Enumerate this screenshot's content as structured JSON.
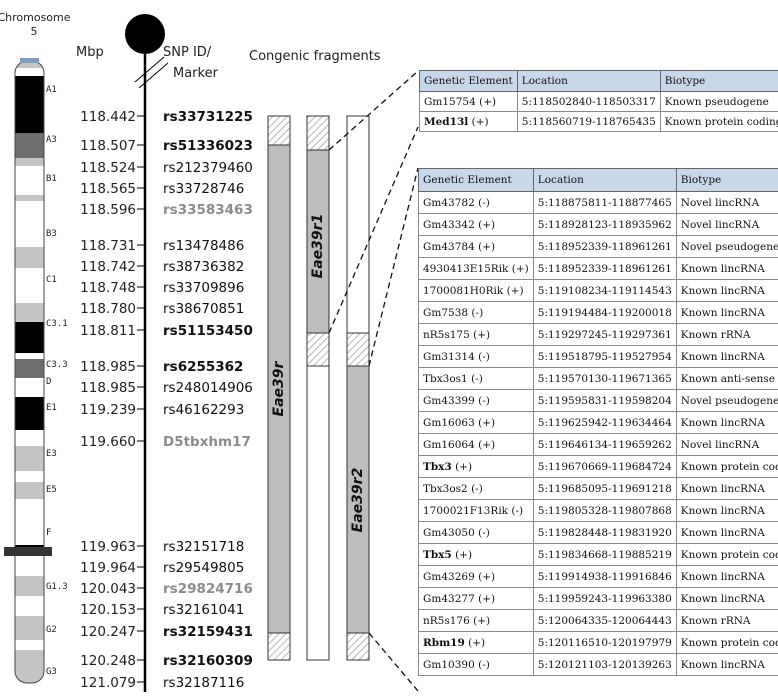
{
  "ideogram": {
    "title_line1": "Chromosome",
    "title_line2": "5",
    "bands": [
      "A1",
      "A3",
      "B1",
      "B3",
      "C1",
      "C3.1",
      "C3.3",
      "D",
      "E1",
      "E3",
      "E5",
      "F",
      "G1.3",
      "G2",
      "G3"
    ]
  },
  "map": {
    "mbp_header": "Mbp",
    "snp_header_line1": "SNP ID/",
    "snp_header_line2": "Marker",
    "markers": [
      {
        "mbp": "118.442",
        "id": "rs33731225",
        "style": "bold"
      },
      {
        "mbp": "118.507",
        "id": "rs51336023",
        "style": "bold"
      },
      {
        "mbp": "118.524",
        "id": "rs212379460",
        "style": "normal"
      },
      {
        "mbp": "118.565",
        "id": "rs33728746",
        "style": "normal"
      },
      {
        "mbp": "118.596",
        "id": "rs33583463",
        "style": "grey"
      },
      {
        "mbp": "118.731",
        "id": "rs13478486",
        "style": "normal"
      },
      {
        "mbp": "118.742",
        "id": "rs38736382",
        "style": "normal"
      },
      {
        "mbp": "118.748",
        "id": "rs33709896",
        "style": "normal"
      },
      {
        "mbp": "118.780",
        "id": "rs38670851",
        "style": "normal"
      },
      {
        "mbp": "118.811",
        "id": "rs51153450",
        "style": "bold"
      },
      {
        "mbp": "118.985",
        "id": "rs6255362",
        "style": "bold"
      },
      {
        "mbp": "118.985",
        "id": "rs248014906",
        "style": "normal"
      },
      {
        "mbp": "119.239",
        "id": "rs46162293",
        "style": "normal"
      },
      {
        "mbp": "119.660",
        "id": "D5tbxhm17",
        "style": "grey"
      },
      {
        "mbp": "119.963",
        "id": "rs32151718",
        "style": "normal"
      },
      {
        "mbp": "119.964",
        "id": "rs29549805",
        "style": "normal"
      },
      {
        "mbp": "120.043",
        "id": "rs29824716",
        "style": "grey"
      },
      {
        "mbp": "120.153",
        "id": "rs32161041",
        "style": "normal"
      },
      {
        "mbp": "120.247",
        "id": "rs32159431",
        "style": "bold"
      },
      {
        "mbp": "120.248",
        "id": "rs32160309",
        "style": "bold"
      },
      {
        "mbp": "121.079",
        "id": "rs32187116",
        "style": "normal"
      }
    ]
  },
  "fragments": {
    "header": "Congenic fragments",
    "labels": [
      "Eae39r",
      "Eae39r1",
      "Eae39r2"
    ]
  },
  "table1": {
    "headers": [
      "Genetic Element",
      "Location",
      "Biotype"
    ],
    "rows": [
      {
        "element": "Gm15754",
        "strand": "(+)",
        "location": "5:118502840-118503317",
        "biotype": "Known pseudogene",
        "bold": false
      },
      {
        "element": "Med13l",
        "strand": "(+)",
        "location": "5:118560719-118765435",
        "biotype": "Known protein coding",
        "bold": true
      }
    ]
  },
  "table2": {
    "headers": [
      "Genetic Element",
      "Location",
      "Biotype"
    ],
    "rows": [
      {
        "element": "Gm43782",
        "strand": "(-)",
        "location": "5:118875811-118877465",
        "biotype": "Novel lincRNA",
        "bold": false
      },
      {
        "element": "Gm43342",
        "strand": "(+)",
        "location": "5:118928123-118935962",
        "biotype": "Novel lincRNA",
        "bold": false
      },
      {
        "element": "Gm43784",
        "strand": "(+)",
        "location": "5:118952339-118961261",
        "biotype": "Novel pseudogene",
        "bold": false
      },
      {
        "element": "4930413E15Rik",
        "strand": "(+)",
        "location": "5:118952339-118961261",
        "biotype": "Known lincRNA",
        "bold": false
      },
      {
        "element": "1700081H0Rik",
        "strand": "(+)",
        "location": "5:119108234-119114543",
        "biotype": "Known lincRNA",
        "bold": false
      },
      {
        "element": "Gm7538",
        "strand": "(-)",
        "location": "5:119194484-119200018",
        "biotype": "Known lincRNA",
        "bold": false
      },
      {
        "element": "nR5s175",
        "strand": "(+)",
        "location": "5:119297245-119297361",
        "biotype": "Known rRNA",
        "bold": false
      },
      {
        "element": "Gm31314",
        "strand": "(-)",
        "location": "5:119518795-119527954",
        "biotype": "Known lincRNA",
        "bold": false
      },
      {
        "element": "Tbx3os1",
        "strand": "(-)",
        "location": "5:119570130-119671365",
        "biotype": "Known anti-sense",
        "bold": false
      },
      {
        "element": "Gm43399",
        "strand": "(-)",
        "location": "5:119595831-119598204",
        "biotype": "Novel pseudogene",
        "bold": false
      },
      {
        "element": "Gm16063",
        "strand": "(+)",
        "location": "5:119625942-119634464",
        "biotype": "Known lincRNA",
        "bold": false
      },
      {
        "element": "Gm16064",
        "strand": "(+)",
        "location": "5:119646134-119659262",
        "biotype": "Novel lincRNA",
        "bold": false
      },
      {
        "element": "Tbx3",
        "strand": "(+)",
        "location": "5:119670669-119684724",
        "biotype": "Known protein coding",
        "bold": true
      },
      {
        "element": "Tbx3os2",
        "strand": "(-)",
        "location": "5:119685095-119691218",
        "biotype": "Known lincRNA",
        "bold": false
      },
      {
        "element": "1700021F13Rik",
        "strand": "(-)",
        "location": "5:119805328-119807868",
        "biotype": "Known lincRNA",
        "bold": false
      },
      {
        "element": "Gm43050",
        "strand": "(-)",
        "location": "5:119828448-119831920",
        "biotype": "Known lincRNA",
        "bold": false
      },
      {
        "element": "Tbx5",
        "strand": "(+)",
        "location": "5:119834668-119885219",
        "biotype": "Known protein coding",
        "bold": true
      },
      {
        "element": "Gm43269",
        "strand": "(+)",
        "location": "5:119914938-119916846",
        "biotype": "Known lincRNA",
        "bold": false
      },
      {
        "element": "Gm43277",
        "strand": "(+)",
        "location": "5:119959243-119963380",
        "biotype": "Known lincRNA",
        "bold": false
      },
      {
        "element": "nR5s176",
        "strand": "(+)",
        "location": "5:120064335-120064443",
        "biotype": "Known rRNA",
        "bold": false
      },
      {
        "element": "Rbm19",
        "strand": "(+)",
        "location": "5:120116510-120197979",
        "biotype": "Known protein coding",
        "bold": true
      },
      {
        "element": "Gm10390",
        "strand": "(-)",
        "location": "5:120121103-120139263",
        "biotype": "Known lincRNA",
        "bold": false
      }
    ]
  },
  "colors": {
    "band_black": "#000000",
    "band_dark": "#6e6e6e",
    "band_light": "#c4c4c4",
    "band_white": "#ffffff",
    "fragment_fill": "#bdbdbd",
    "grey_text": "#8c8c8c",
    "table_header": "#c8d8ea"
  }
}
